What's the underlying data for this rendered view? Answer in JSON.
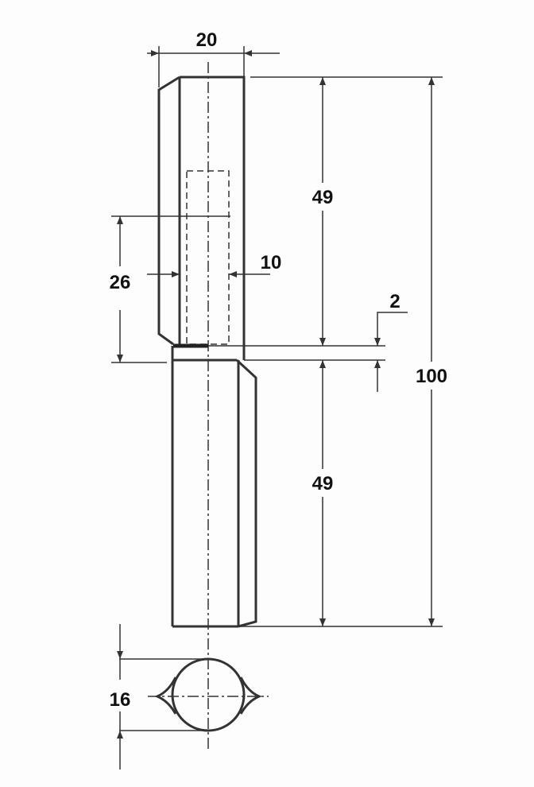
{
  "drawing": {
    "dimensions": {
      "width_top": "20",
      "upper_length": "49",
      "thread_length": "26",
      "thread_diameter": "10",
      "gap": "2",
      "total_length": "100",
      "lower_length": "49",
      "diameter": "16"
    },
    "line_color": "#333333"
  }
}
